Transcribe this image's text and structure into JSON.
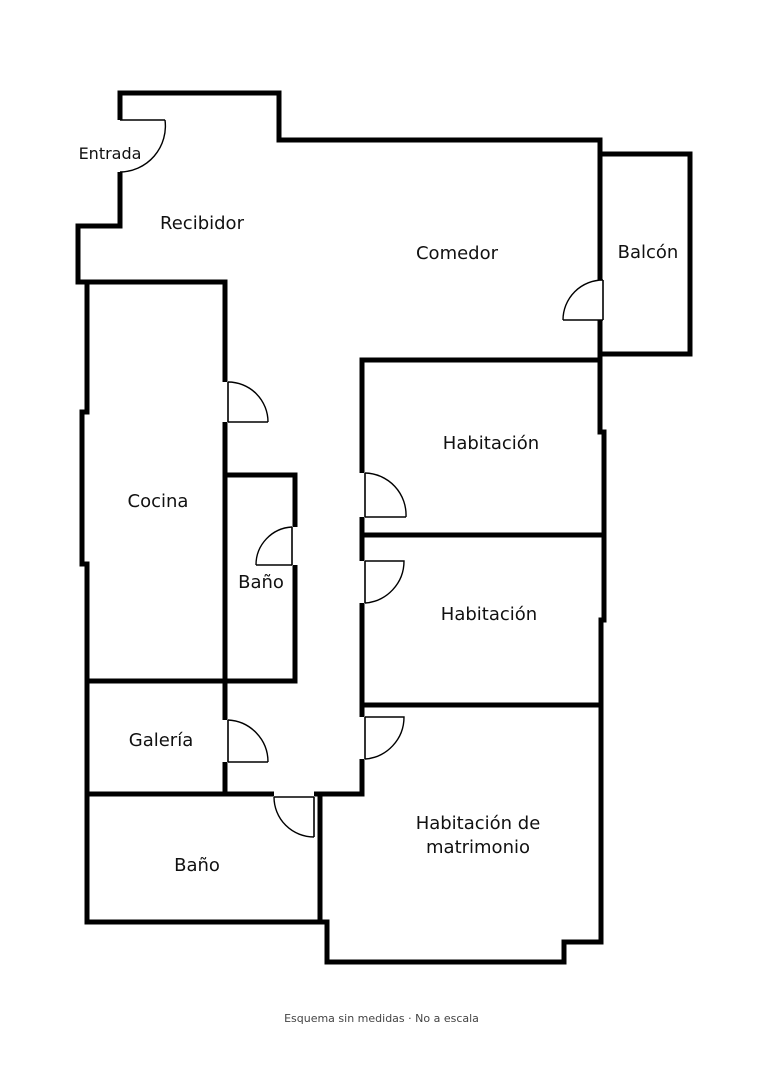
{
  "rooms": {
    "entrada": "Entrada",
    "recibidor": "Recibidor",
    "comedor": "Comedor",
    "balcon": "Balcón",
    "cocina": "Cocina",
    "habitacion_1": "Habitación",
    "habitacion_2": "Habitación",
    "bano_1": "Baño",
    "galeria": "Galería",
    "bano_2": "Baño",
    "habitacion_matrimonio_line1": "Habitación de",
    "habitacion_matrimonio_line2": "matrimonio"
  },
  "footer": {
    "note": "Esquema sin medidas · No a escala"
  }
}
